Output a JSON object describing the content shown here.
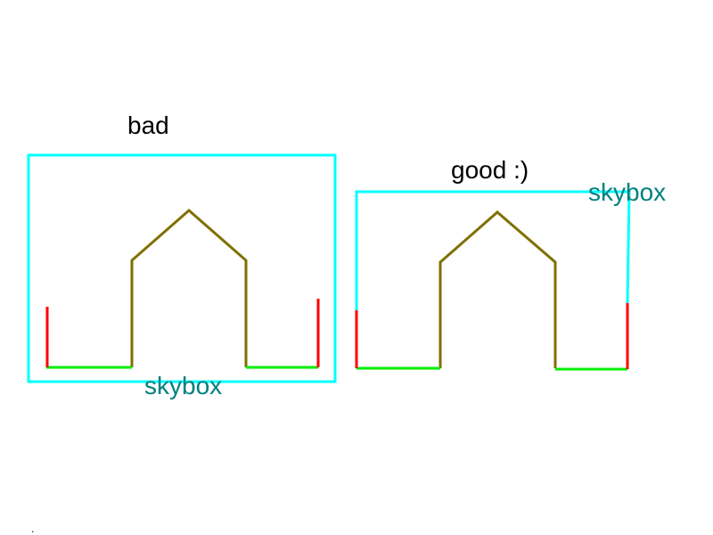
{
  "diagram": {
    "left_title": "bad",
    "right_title": "good :)",
    "left_skybox_label": "skybox",
    "right_skybox_label": "skybox",
    "corner_mark": "."
  },
  "colors": {
    "skybox": "#00ffff",
    "skybox_label": "#008080",
    "house": "#7f7000",
    "ground": "#00ee00",
    "pole": "#ff0000",
    "text": "#000000"
  }
}
